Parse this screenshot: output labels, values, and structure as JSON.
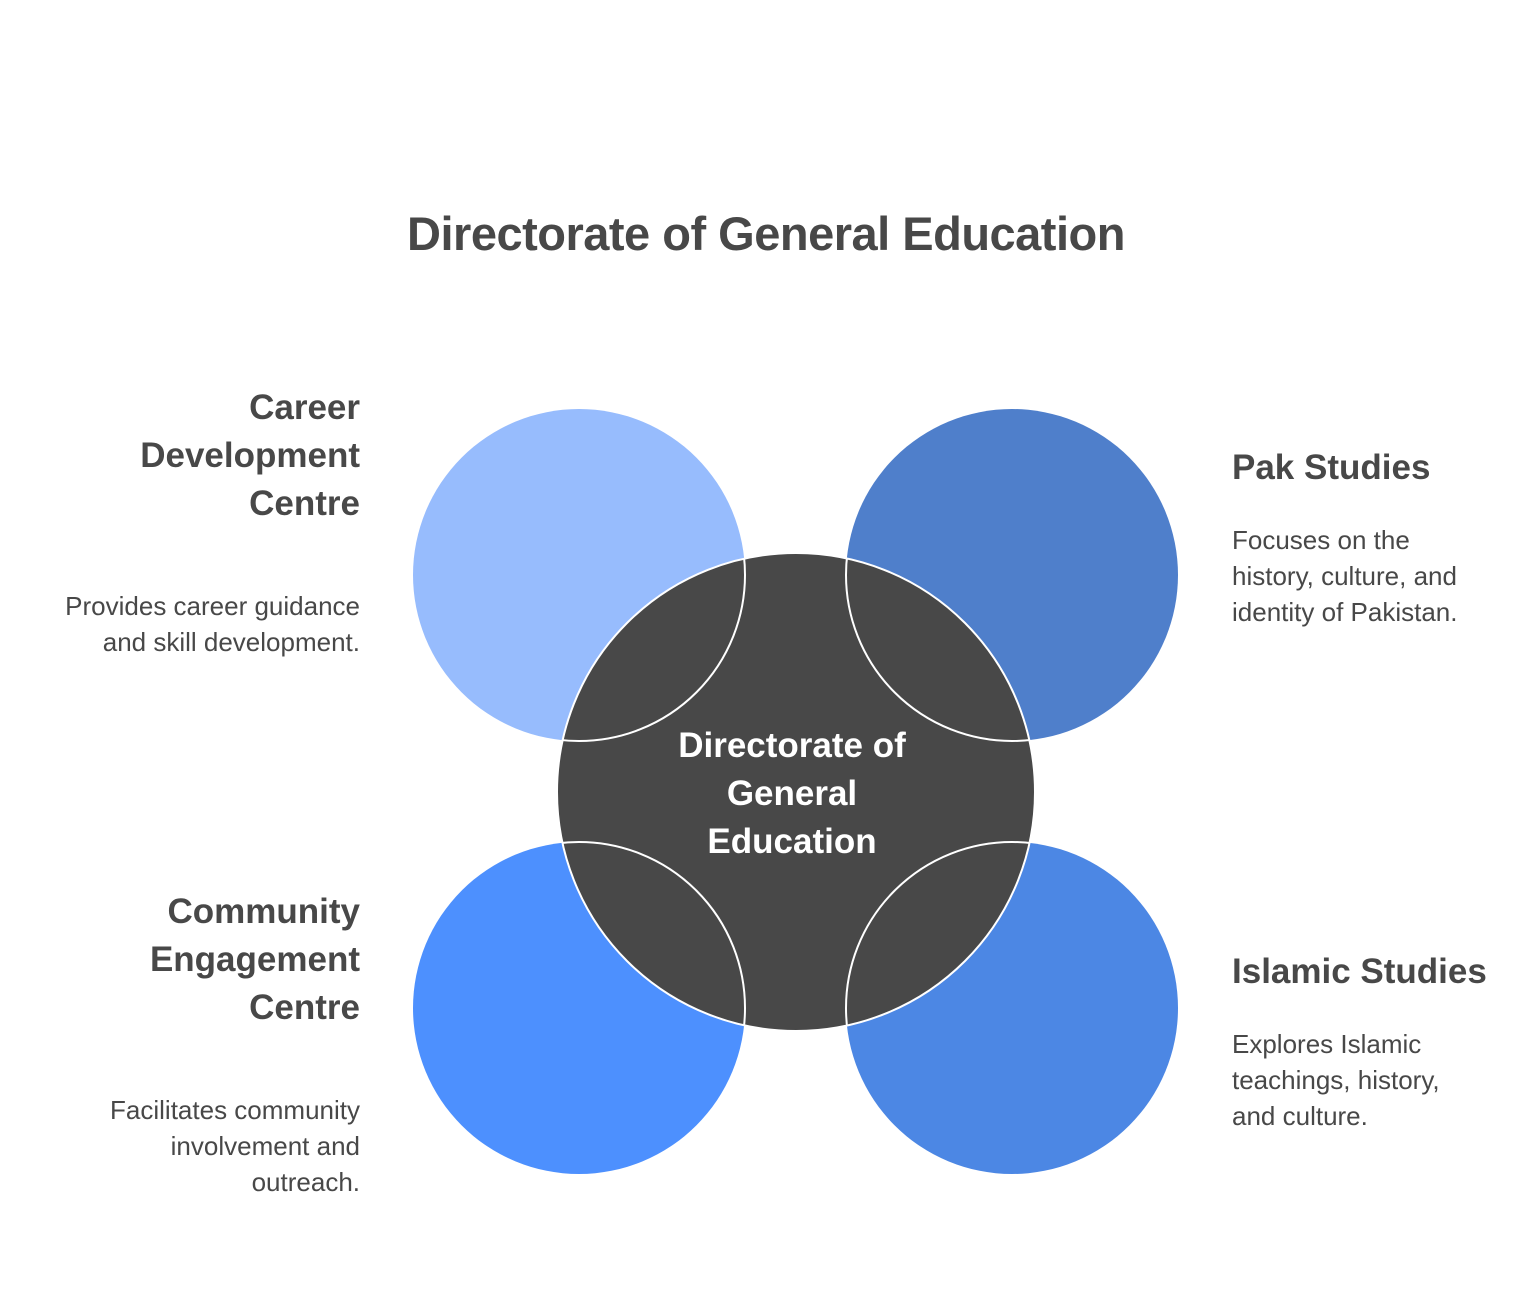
{
  "title": "Directorate of General Education",
  "center": {
    "label": "Directorate of General Education",
    "label_lines": [
      "Directorate of",
      "General",
      "Education"
    ],
    "color": "#484848"
  },
  "items": [
    {
      "position": "top-left",
      "title": "Career Development Centre",
      "title_lines": [
        "Career",
        "Development",
        "Centre"
      ],
      "description": "Provides career guidance and skill development.",
      "description_lines": [
        "Provides career guidance",
        "and skill development."
      ],
      "color": "#97BCFD"
    },
    {
      "position": "top-right",
      "title": "Pak Studies",
      "title_lines": [
        "Pak Studies"
      ],
      "description": "Focuses on the history, culture, and identity of Pakistan.",
      "description_lines": [
        "Focuses on the",
        "history, culture, and",
        "identity of Pakistan."
      ],
      "color": "#4F7FCB"
    },
    {
      "position": "bottom-left",
      "title": "Community Engagement Centre",
      "title_lines": [
        "Community",
        "Engagement",
        "Centre"
      ],
      "description": "Facilitates community involvement and outreach.",
      "description_lines": [
        "Facilitates community",
        "involvement and",
        "outreach."
      ],
      "color": "#4D90FE"
    },
    {
      "position": "bottom-right",
      "title": "Islamic Studies",
      "title_lines": [
        "Islamic Studies"
      ],
      "description": "Explores Islamic teachings, history, and culture.",
      "description_lines": [
        "Explores Islamic",
        "teachings, history,",
        "and culture."
      ],
      "color": "#4C87E4"
    }
  ]
}
